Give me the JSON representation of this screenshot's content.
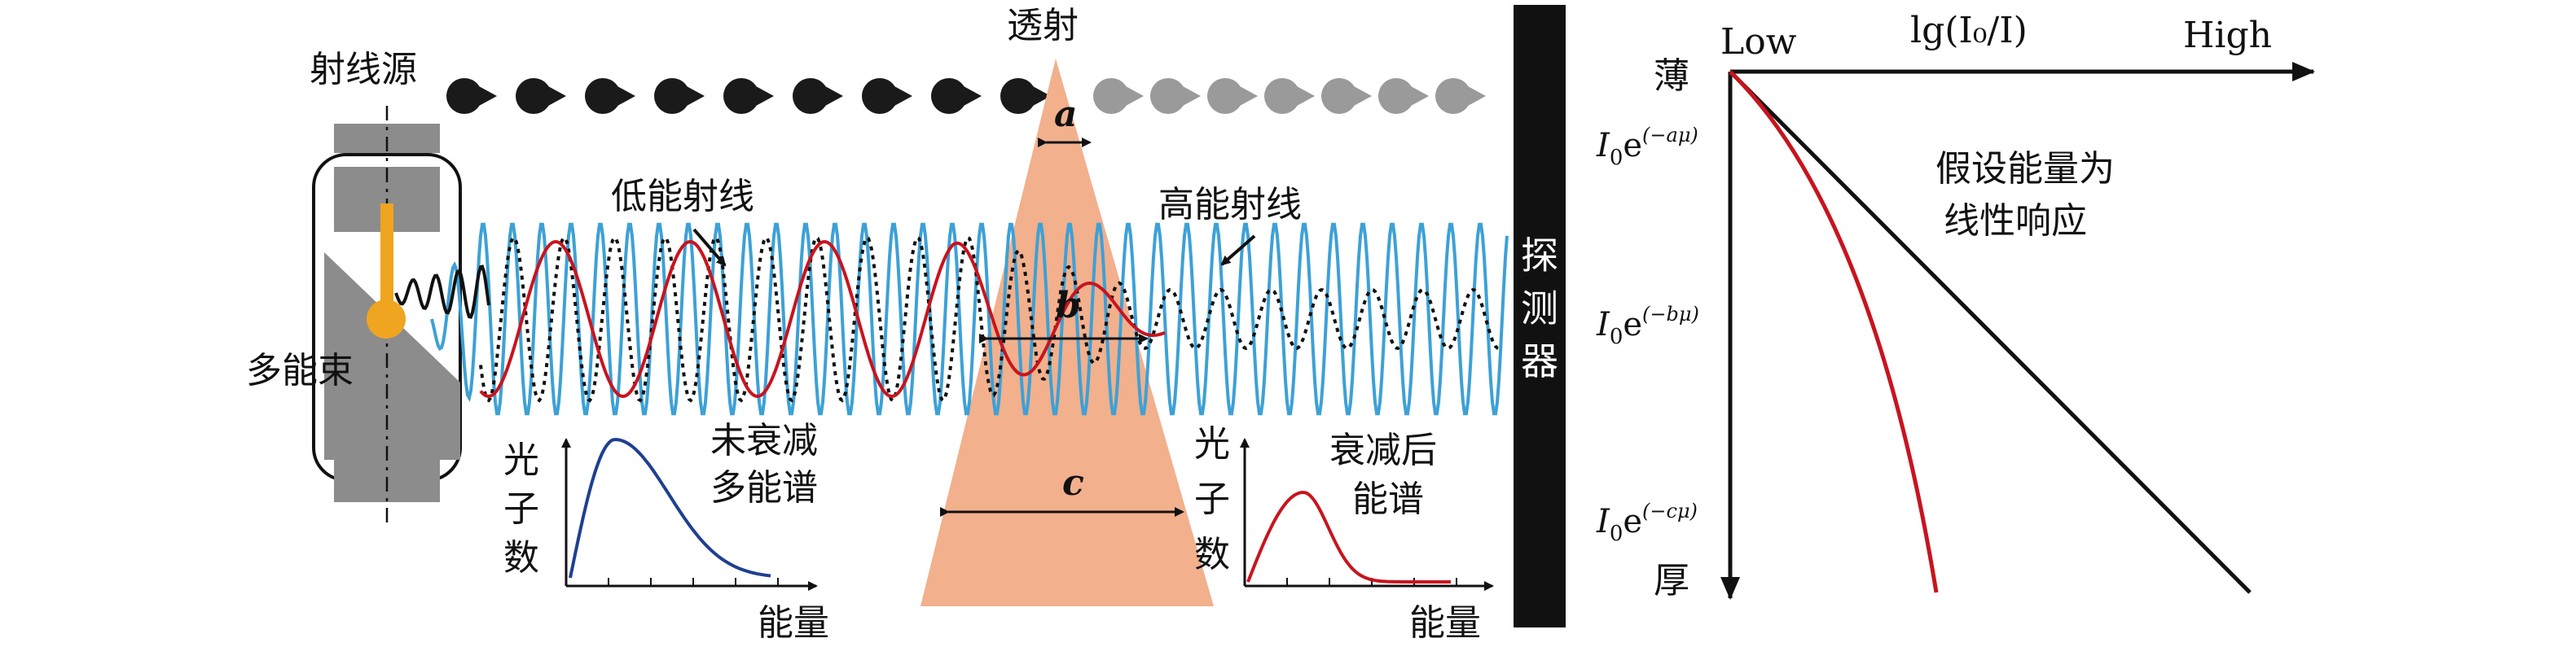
{
  "left": {
    "source_label": "射线源",
    "transmission_label": "透射",
    "multi_energy_label": "多能束",
    "low_energy_label": "低能射线",
    "high_energy_label": "高能射线",
    "dimension_a": "a",
    "dimension_b": "b",
    "dimension_c": "c",
    "detector_label": [
      "探",
      "测",
      "器"
    ],
    "unattenuated_label": [
      "未衰减",
      "多能谱"
    ],
    "attenuated_label": [
      "衰减后",
      "能谱"
    ],
    "photon_count_label": [
      "光",
      "子",
      "数"
    ],
    "energy_axis_label": "能量"
  },
  "right": {
    "low_label": "Low",
    "high_label": "High",
    "thin_label": "薄",
    "thick_label": "厚",
    "axis_title": "lg(I₀/I)",
    "tick_a": {
      "base": "I",
      "sub": "0",
      "e": "e",
      "exp": "(−aμ)"
    },
    "tick_b": {
      "base": "I",
      "sub": "0",
      "e": "e",
      "exp": "(−bμ)"
    },
    "tick_c": {
      "base": "I",
      "sub": "0",
      "e": "e",
      "exp": "(−cμ)"
    },
    "assumption_label": [
      "假设能量为",
      "线性响应"
    ]
  },
  "colors": {
    "orange_cone": "#f2b08d",
    "blue_wave": "#3da1d6",
    "red_wave": "#c8141e",
    "spectrum_blue": "#1f3f91",
    "gold_anode": "#efa51f",
    "tube_gray": "#8c8c8c",
    "detector_black": "#111111",
    "particle_black": "#1a1a1a",
    "particle_gray": "#9a9a9a"
  }
}
